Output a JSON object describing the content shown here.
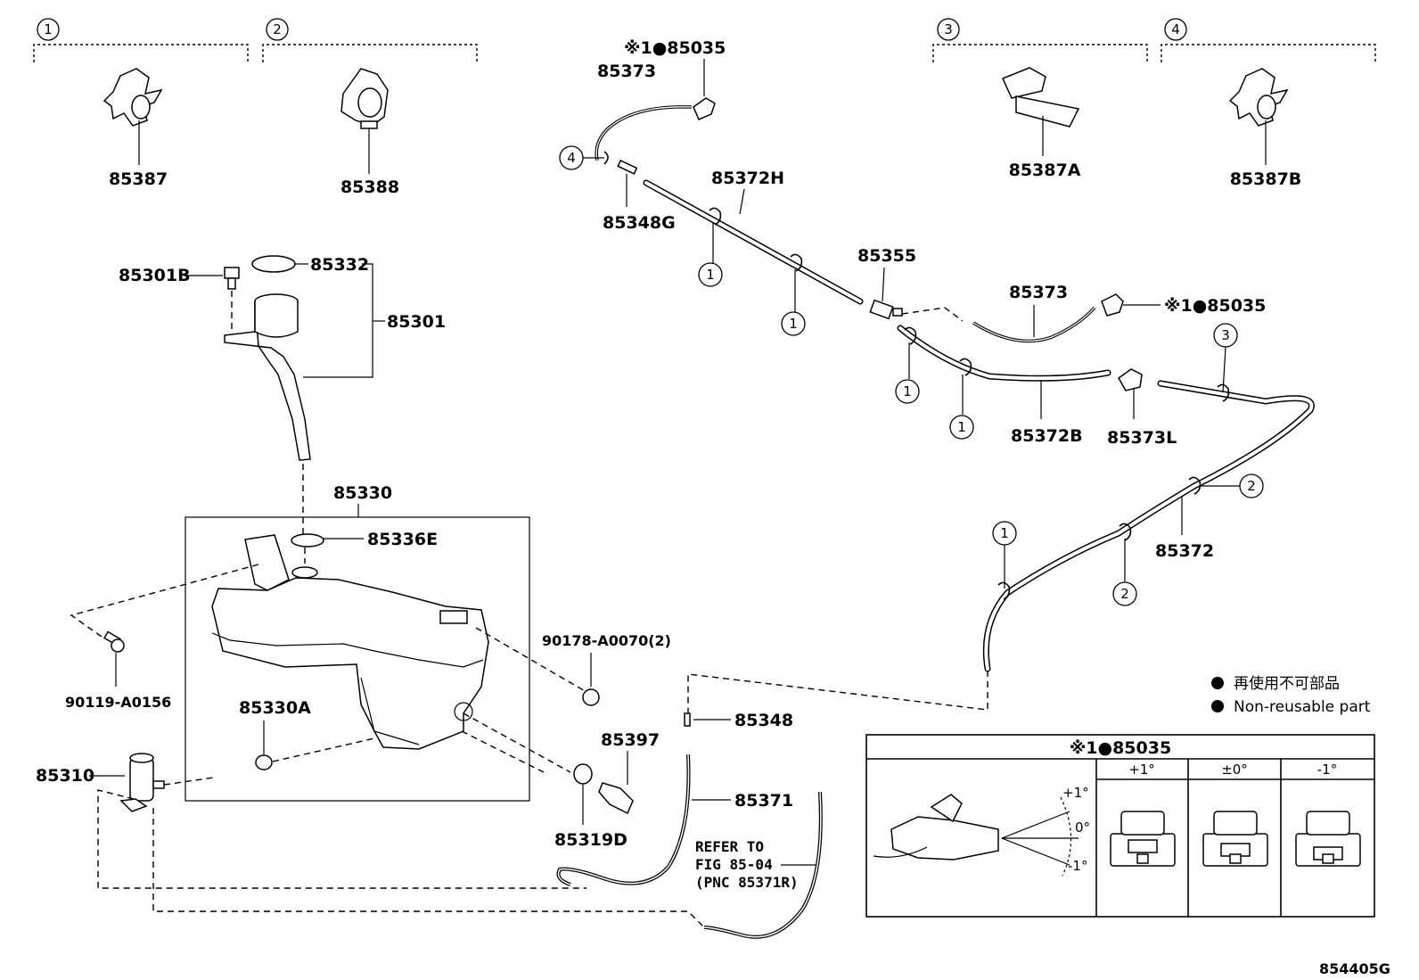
{
  "top_groups": [
    {
      "num": "1",
      "part": "85387"
    },
    {
      "num": "2",
      "part": "85388"
    },
    {
      "num": "3",
      "part": "85387A"
    },
    {
      "num": "4",
      "part": "85387B"
    }
  ],
  "parts": {
    "p85035_top": "※1●85035",
    "p85373_top": "85373",
    "p85372H": "85372H",
    "p85348G": "85348G",
    "p85355": "85355",
    "p85373_mid": "85373",
    "p85035_mid": "※1●85035",
    "p85372B": "85372B",
    "p85373L": "85373L",
    "p85372": "85372",
    "p85301B": "85301B",
    "p85332": "85332",
    "p85301": "85301",
    "p85330": "85330",
    "p85336E": "85336E",
    "p90119": "90119-A0156",
    "p85330A": "85330A",
    "p90178": "90178-A0070(2)",
    "p85397": "85397",
    "p85348": "85348",
    "p85371": "85371",
    "p85319D": "85319D",
    "p85310": "85310"
  },
  "refer": {
    "line1": "REFER TO",
    "line2": "FIG 85-04",
    "line3": "(PNC 85371R)"
  },
  "callouts": {
    "c4_top": "4",
    "c1_a": "1",
    "c1_b": "1",
    "c1_c": "1",
    "c1_d": "1",
    "c3": "3",
    "c2_a": "2",
    "c2_b": "2",
    "c1_e": "1"
  },
  "legend": {
    "jp": "再使用不可部品",
    "en": "Non-reusable part"
  },
  "inset": {
    "title": "※1●85035",
    "col1": "+1°",
    "col2": "±0°",
    "col3": "-1°",
    "angle_pos": "+1°",
    "angle_zero": "0°",
    "angle_neg": "-1°"
  },
  "figure_id": "854405G"
}
